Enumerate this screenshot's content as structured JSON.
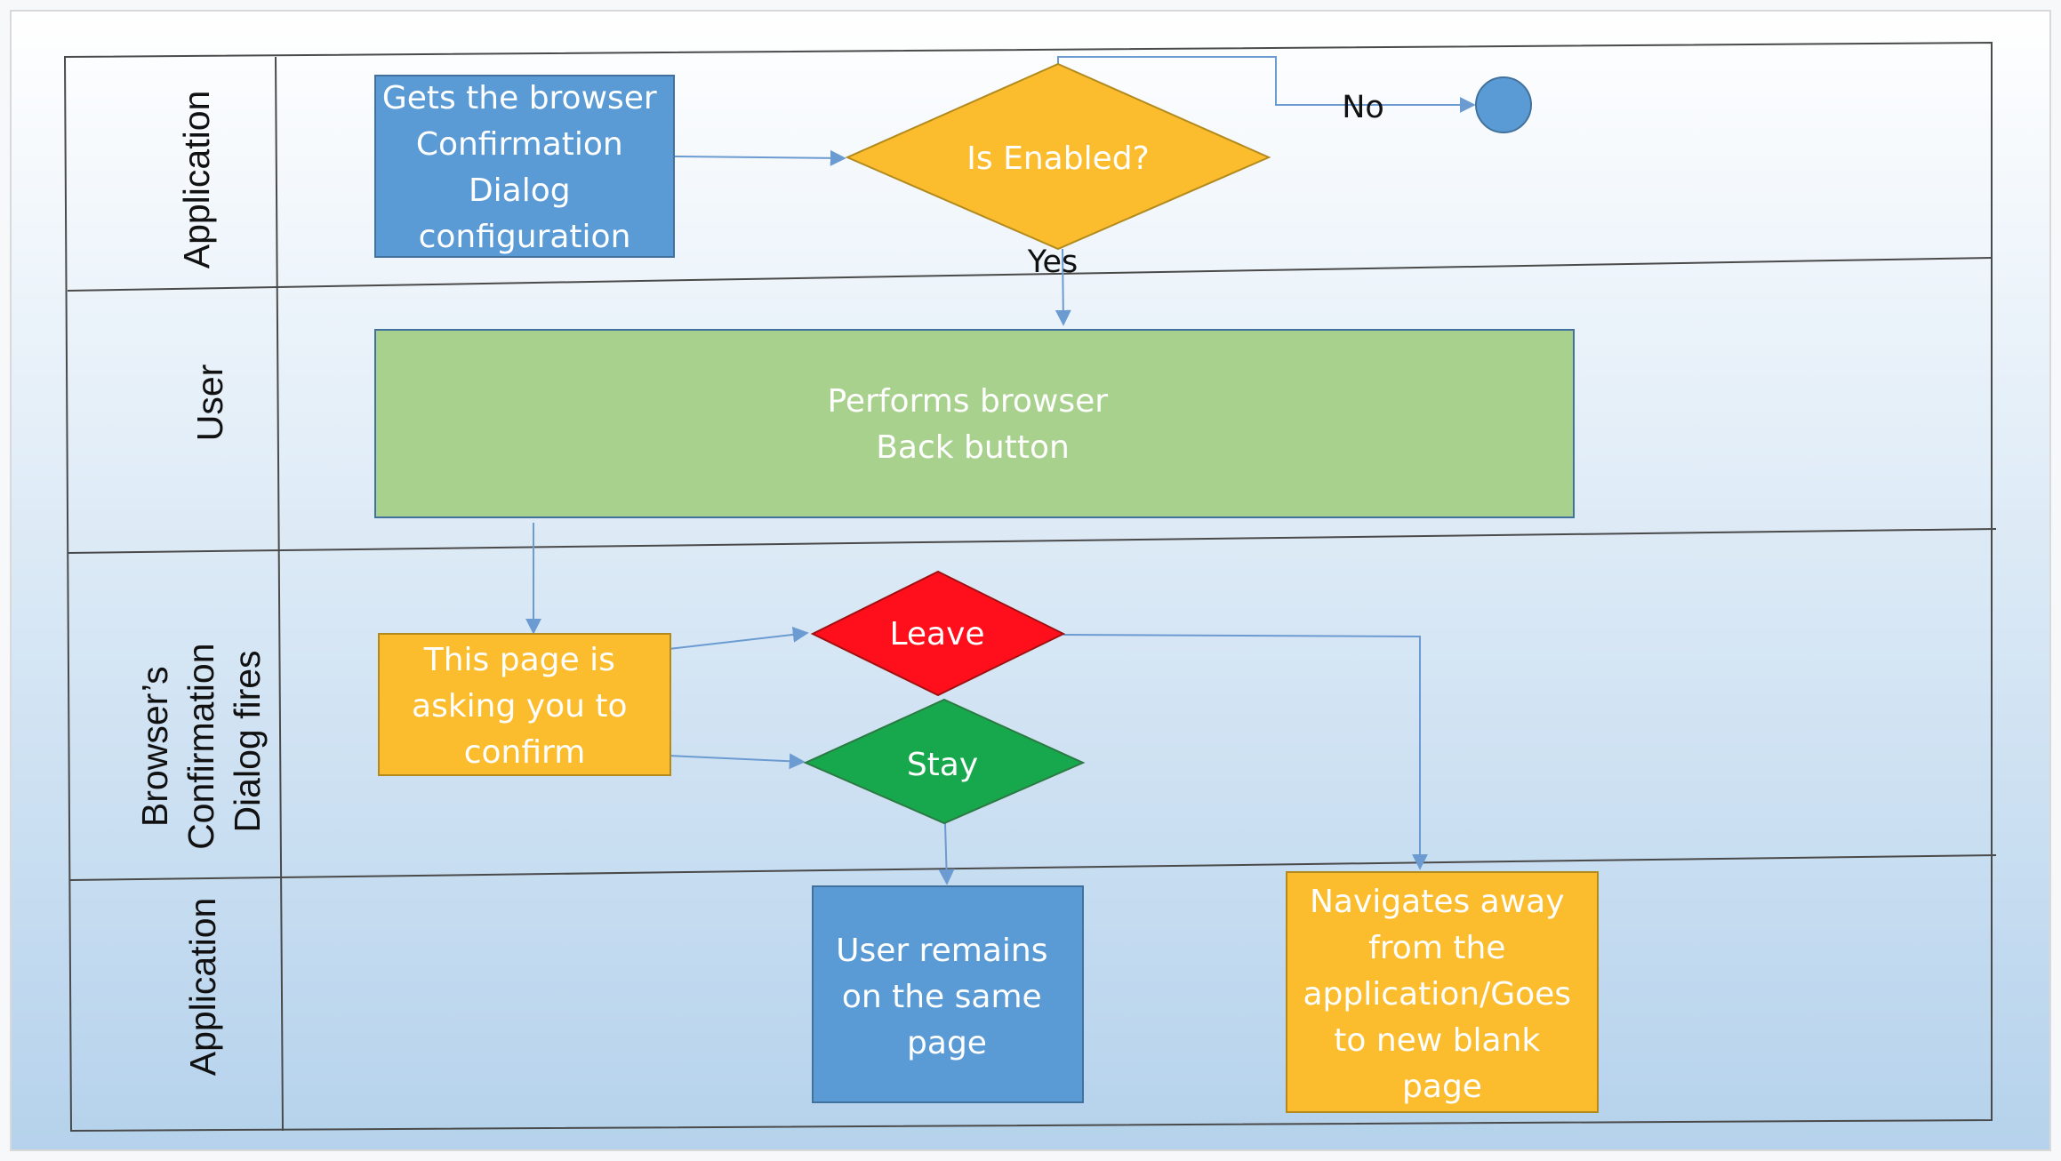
{
  "colors": {
    "canvas_top": "#ffffff",
    "canvas_bottom": "#b5d2ec",
    "blue_box": "#5b9bd5",
    "green_box": "#a9d18e",
    "orange_box": "#fbbd2e",
    "red_diamond": "#ff0f1c",
    "green_diamond": "#17a84d",
    "connector": "#6b9bd1",
    "node_text": "#ffffff"
  },
  "lanes": [
    {
      "id": "lane-application-top",
      "label": [
        "Application"
      ]
    },
    {
      "id": "lane-user",
      "label": [
        "User"
      ]
    },
    {
      "id": "lane-browser-dialog",
      "label": [
        "Browser’s",
        "Confirmation",
        "Dialog fires"
      ]
    },
    {
      "id": "lane-application-bottom",
      "label": [
        "Application"
      ]
    }
  ],
  "nodes": {
    "get_config": {
      "shape": "rectangle",
      "color": "blue",
      "lines": [
        "Gets the browser",
        "Confirmation",
        "Dialog",
        "configuration"
      ]
    },
    "is_enabled": {
      "shape": "diamond",
      "color": "orange",
      "lines": [
        "Is Enabled?"
      ]
    },
    "end": {
      "shape": "circle",
      "color": "blue",
      "lines": []
    },
    "back_button": {
      "shape": "rectangle",
      "color": "green",
      "lines": [
        "Performs browser",
        "Back button"
      ]
    },
    "confirm_prompt": {
      "shape": "rectangle",
      "color": "orange",
      "lines": [
        "This page is",
        "asking you to",
        "confirm"
      ]
    },
    "leave": {
      "shape": "diamond",
      "color": "red",
      "lines": [
        "Leave"
      ]
    },
    "stay": {
      "shape": "diamond",
      "color": "green",
      "lines": [
        "Stay"
      ]
    },
    "same_page": {
      "shape": "rectangle",
      "color": "blue",
      "lines": [
        "User remains",
        "on the same",
        "page"
      ]
    },
    "navigate_away": {
      "shape": "rectangle",
      "color": "orange",
      "lines": [
        "Navigates away",
        "from the",
        "application/Goes",
        "to new blank",
        "page"
      ]
    }
  },
  "edges": [
    {
      "from": "get_config",
      "to": "is_enabled",
      "label": ""
    },
    {
      "from": "is_enabled",
      "to": "end",
      "label": "No"
    },
    {
      "from": "is_enabled",
      "to": "back_button",
      "label": "Yes"
    },
    {
      "from": "back_button",
      "to": "confirm_prompt",
      "label": ""
    },
    {
      "from": "confirm_prompt",
      "to": "leave",
      "label": ""
    },
    {
      "from": "confirm_prompt",
      "to": "stay",
      "label": ""
    },
    {
      "from": "stay",
      "to": "same_page",
      "label": ""
    },
    {
      "from": "leave",
      "to": "navigate_away",
      "label": ""
    }
  ]
}
